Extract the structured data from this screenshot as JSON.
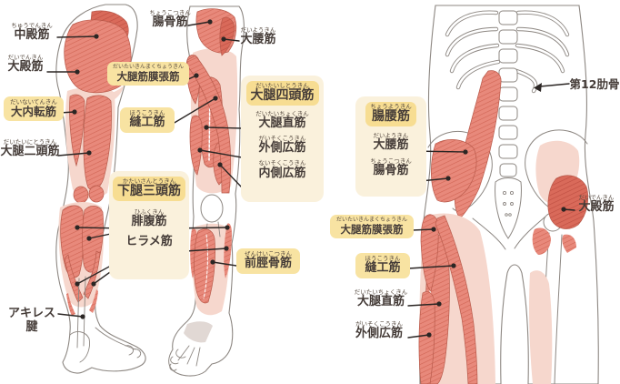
{
  "colors": {
    "muscle": "#e8897b",
    "muscle_dark": "#d96a5a",
    "muscle_light": "#f6d7cd",
    "outline": "#8d8782",
    "panel_bg": "#faf1dc",
    "highlight_bg": "#f8e3a2",
    "title_bg": "#f7dd92",
    "text": "#453c38",
    "pointer": "#2b2624"
  },
  "back": {
    "labels": {
      "gluteus_medius": {
        "furigana": "ちゅうでんきん",
        "name": "中殿筋"
      },
      "gluteus_maximus": {
        "furigana": "だいでんきん",
        "name": "大殿筋"
      },
      "adductor_magnus": {
        "furigana": "だいないてんきん",
        "name": "大内転筋"
      },
      "biceps_femoris": {
        "furigana": "だいたいにとうきん",
        "name": "大腿二頭筋"
      },
      "achilles_tendon": {
        "name": "アキレス腱"
      }
    },
    "group": {
      "title": {
        "furigana": "かたいさんとうきん",
        "name": "下腿三頭筋"
      },
      "gastrocnemius": {
        "furigana": "ひふくきん",
        "name": "腓腹筋"
      },
      "soleus": {
        "name": "ヒラメ筋"
      }
    }
  },
  "front": {
    "labels": {
      "iliacus": {
        "furigana": "ちょうこつきん",
        "name": "腸骨筋"
      },
      "psoas_major": {
        "furigana": "だいようきん",
        "name": "大腰筋"
      },
      "tensor_fasciae_latae": {
        "furigana": "だいたいきんまくちょうきん",
        "name": "大腿筋膜張筋"
      },
      "sartorius": {
        "furigana": "ほうこうきん",
        "name": "縫工筋"
      },
      "tibialis_anterior": {
        "furigana": "ぜんけいこつきん",
        "name": "前脛骨筋"
      }
    },
    "group": {
      "title": {
        "furigana": "だいたいしとうきん",
        "name": "大腿四頭筋"
      },
      "rectus_femoris": {
        "furigana": "だいたいちょくきん",
        "name": "大腿直筋"
      },
      "vastus_lateralis": {
        "furigana": "がいそくこうきん",
        "name": "外側広筋"
      },
      "vastus_medialis": {
        "furigana": "ないそくこうきん",
        "name": "内側広筋"
      }
    }
  },
  "torso": {
    "labels": {
      "twelfth_rib": {
        "name": "第12肋骨"
      },
      "gluteus_maximus": {
        "furigana": "だいでんきん",
        "name": "大殿筋"
      },
      "tensor_fasciae_latae": {
        "furigana": "だいたいきんまくちょうきん",
        "name": "大腿筋膜張筋"
      },
      "sartorius": {
        "furigana": "ほうこうきん",
        "name": "縫工筋"
      },
      "rectus_femoris": {
        "furigana": "だいたいちょくきん",
        "name": "大腿直筋"
      },
      "vastus_lateralis": {
        "furigana": "がいそくこうきん",
        "name": "外側広筋"
      }
    },
    "group": {
      "title": {
        "furigana": "ちょうようきん",
        "name": "腸腰筋"
      },
      "psoas_major": {
        "furigana": "だいようきん",
        "name": "大腰筋"
      },
      "iliacus": {
        "furigana": "ちょうこつきん",
        "name": "腸骨筋"
      }
    }
  }
}
